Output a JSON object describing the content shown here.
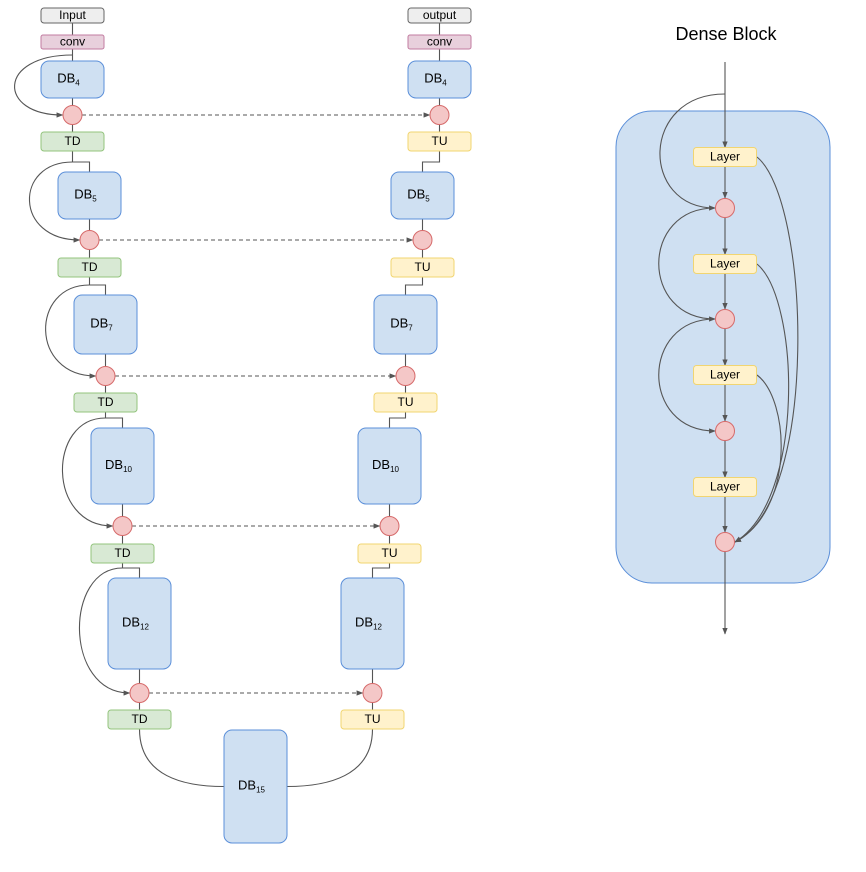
{
  "colors": {
    "db_fill": "#cfe0f2",
    "db_stroke": "#5b8fd9",
    "td_fill": "#d8e9d4",
    "td_stroke": "#93c47d",
    "tu_fill": "#fff2cc",
    "tu_stroke": "#f1d571",
    "conv_fill": "#e8d0dc",
    "conv_stroke": "#c27ba0",
    "io_fill": "#eeeeee",
    "io_stroke": "#666666",
    "concat_fill": "#f4c7c7",
    "concat_stroke": "#d66a6a",
    "edge": "#555555"
  },
  "main": {
    "input_label": "Input",
    "output_label": "output",
    "conv_label": "conv",
    "down_label": "TD",
    "up_label": "TU",
    "db_prefix": "DB",
    "encoder_blocks": [
      "4",
      "5",
      "7",
      "10",
      "12"
    ],
    "bottleneck_block": "15",
    "decoder_blocks": [
      "4",
      "5",
      "7",
      "10",
      "12"
    ]
  },
  "dense_block": {
    "title": "Dense Block",
    "layer_label": "Layer",
    "layer_count": 4
  }
}
